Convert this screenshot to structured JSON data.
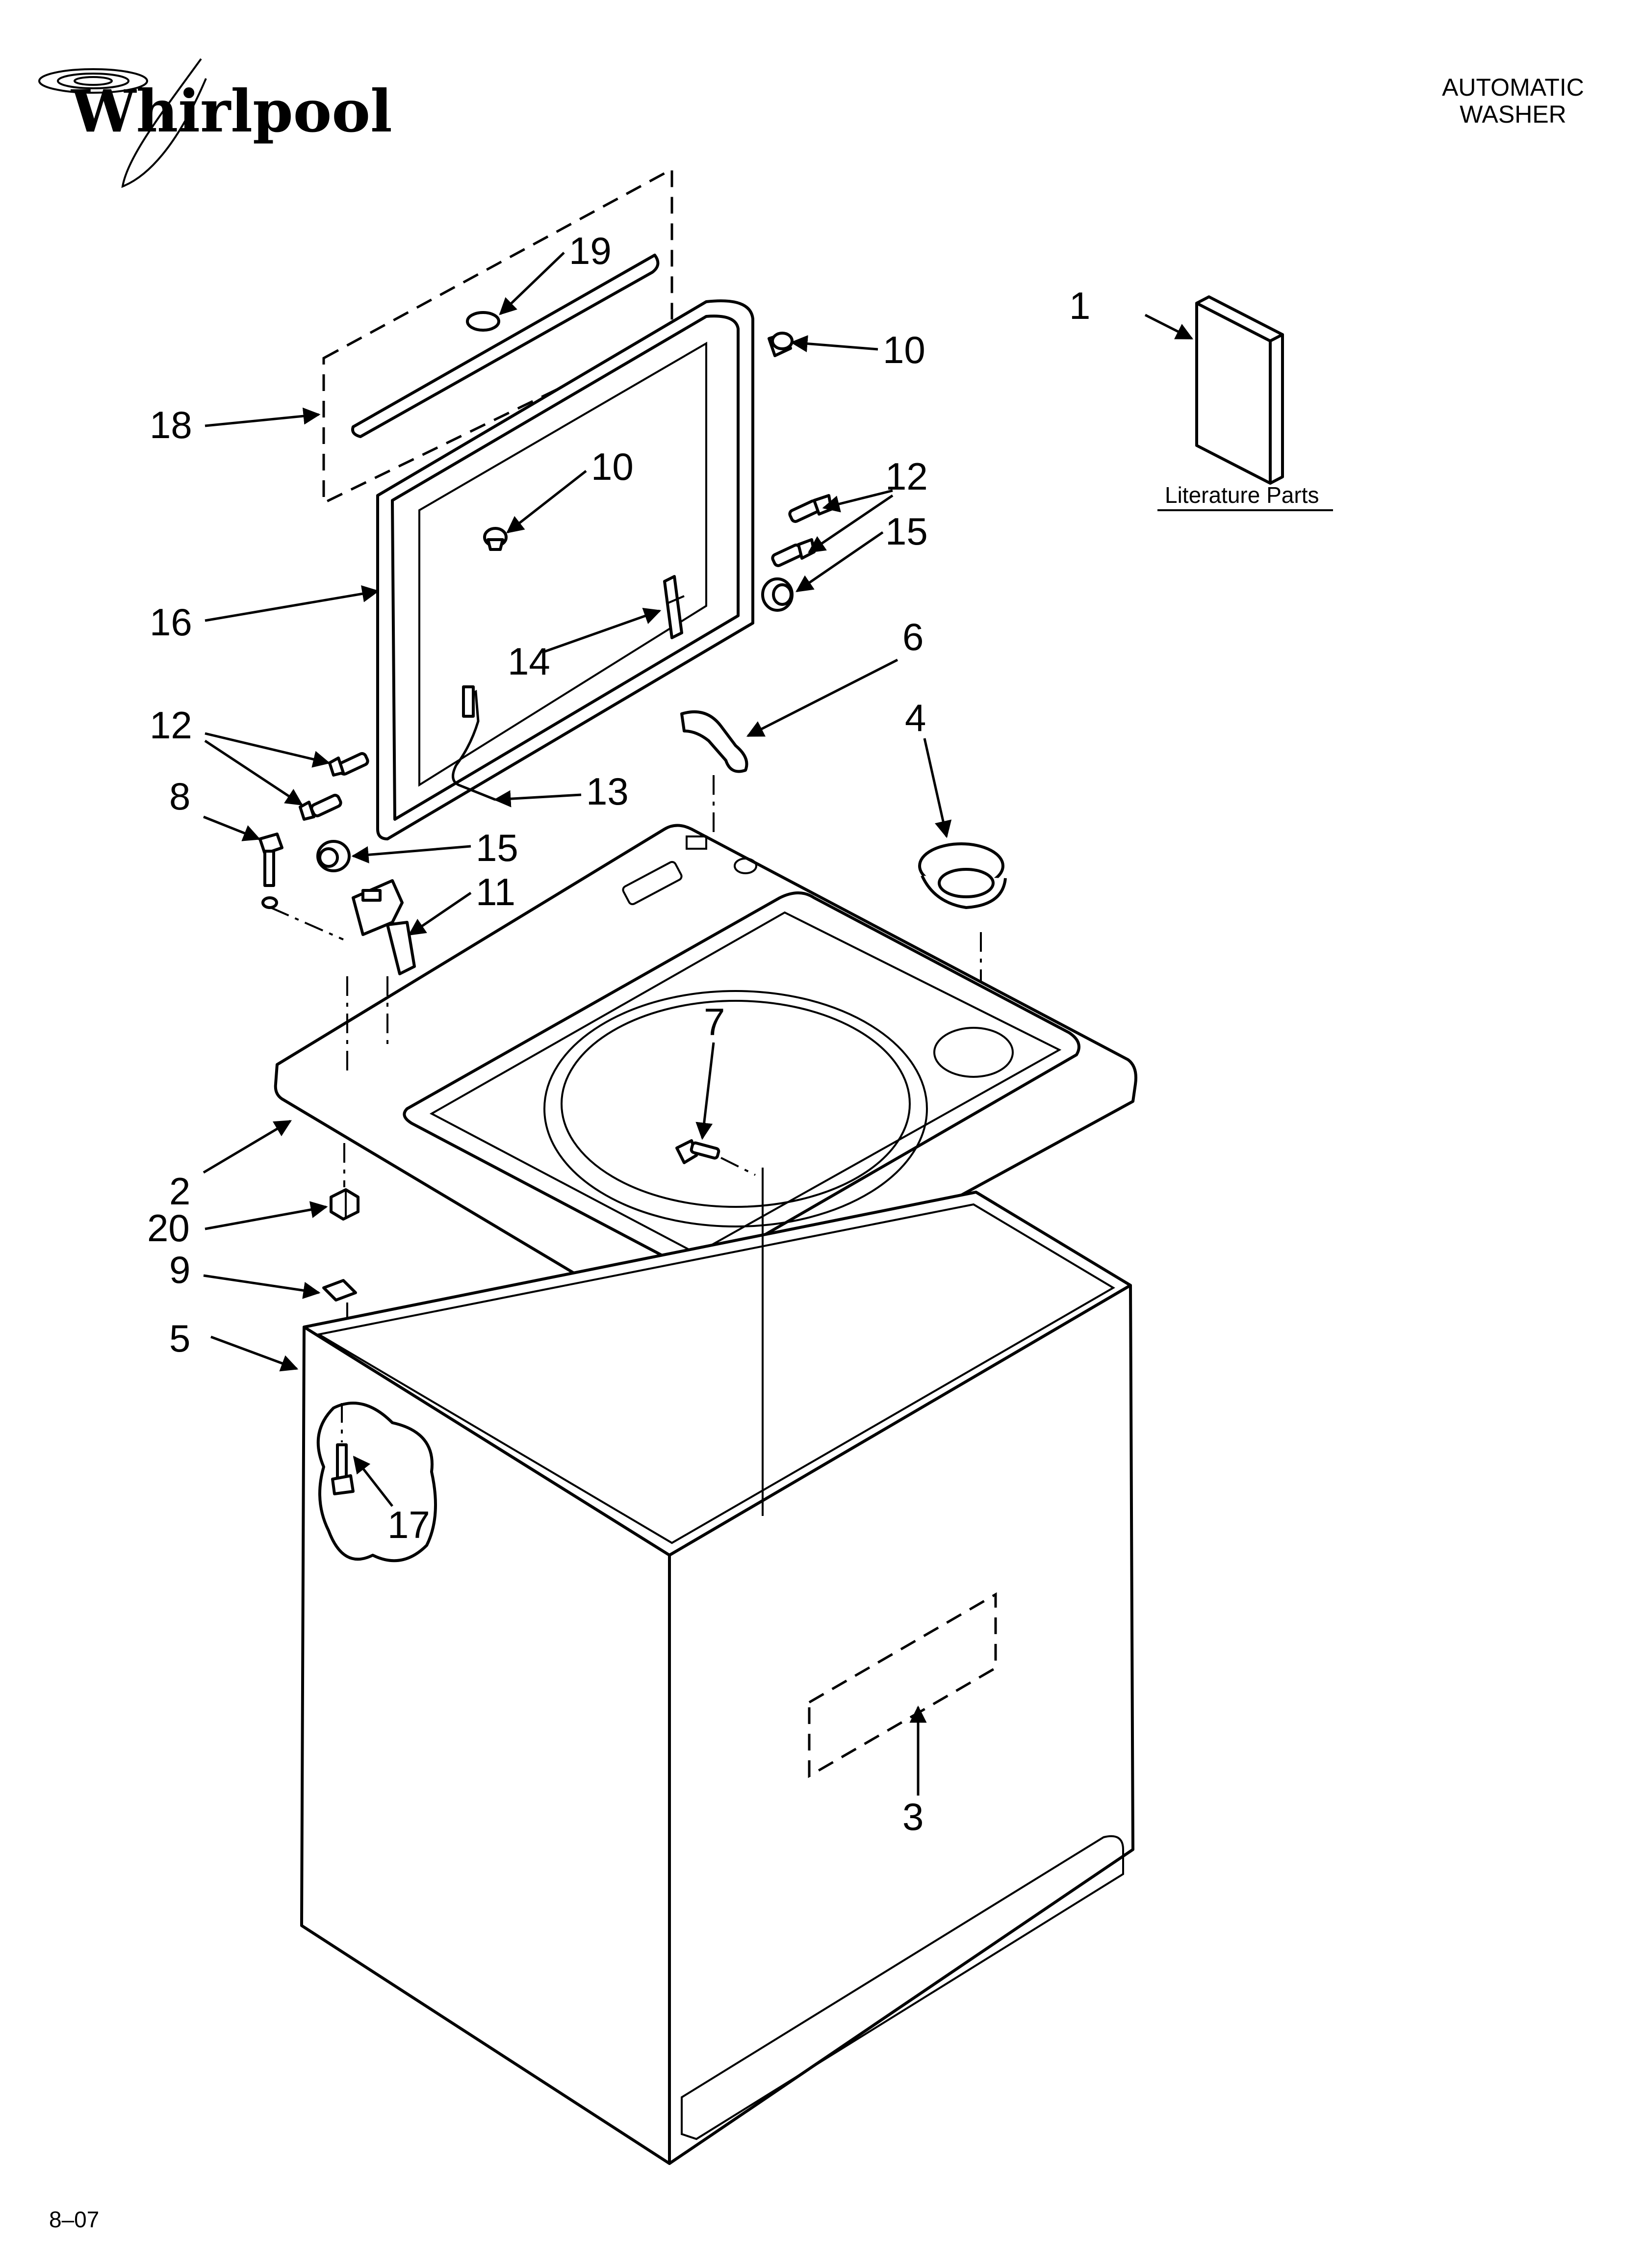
{
  "header": {
    "brand": "Whirlpool",
    "title_line1": "AUTOMATIC",
    "title_line2": "WASHER"
  },
  "literature": {
    "label": "Literature Parts"
  },
  "footer": {
    "code": "8–07"
  },
  "callouts": {
    "c1": "1",
    "c2": "2",
    "c3": "3",
    "c4": "4",
    "c5": "5",
    "c6": "6",
    "c7": "7",
    "c8": "8",
    "c9": "9",
    "c10a": "10",
    "c10b": "10",
    "c11": "11",
    "c12a": "12",
    "c12b": "12",
    "c13": "13",
    "c14": "14",
    "c15a": "15",
    "c15b": "15",
    "c16": "16",
    "c17": "17",
    "c18": "18",
    "c19": "19",
    "c20": "20"
  }
}
